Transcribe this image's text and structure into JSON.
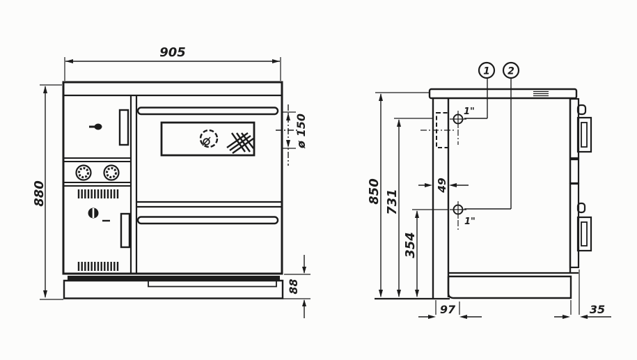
{
  "palette": {
    "ink": "#1c1c1c",
    "paper": "#fcfcfb"
  },
  "front_view": {
    "dims": {
      "width": "905",
      "height": "880",
      "flue_diameter": "ø 150",
      "plinth_height": "88"
    }
  },
  "side_view": {
    "callouts": {
      "c1": "1",
      "c2": "2"
    },
    "fittings": {
      "upper": "1\"",
      "lower": "1\""
    },
    "dims": {
      "total_height": "850",
      "upper_fitting_height": "731",
      "lower_fitting_height": "354",
      "back_offset": "49",
      "fitting_depth": "97",
      "handle_offset": "35"
    }
  }
}
